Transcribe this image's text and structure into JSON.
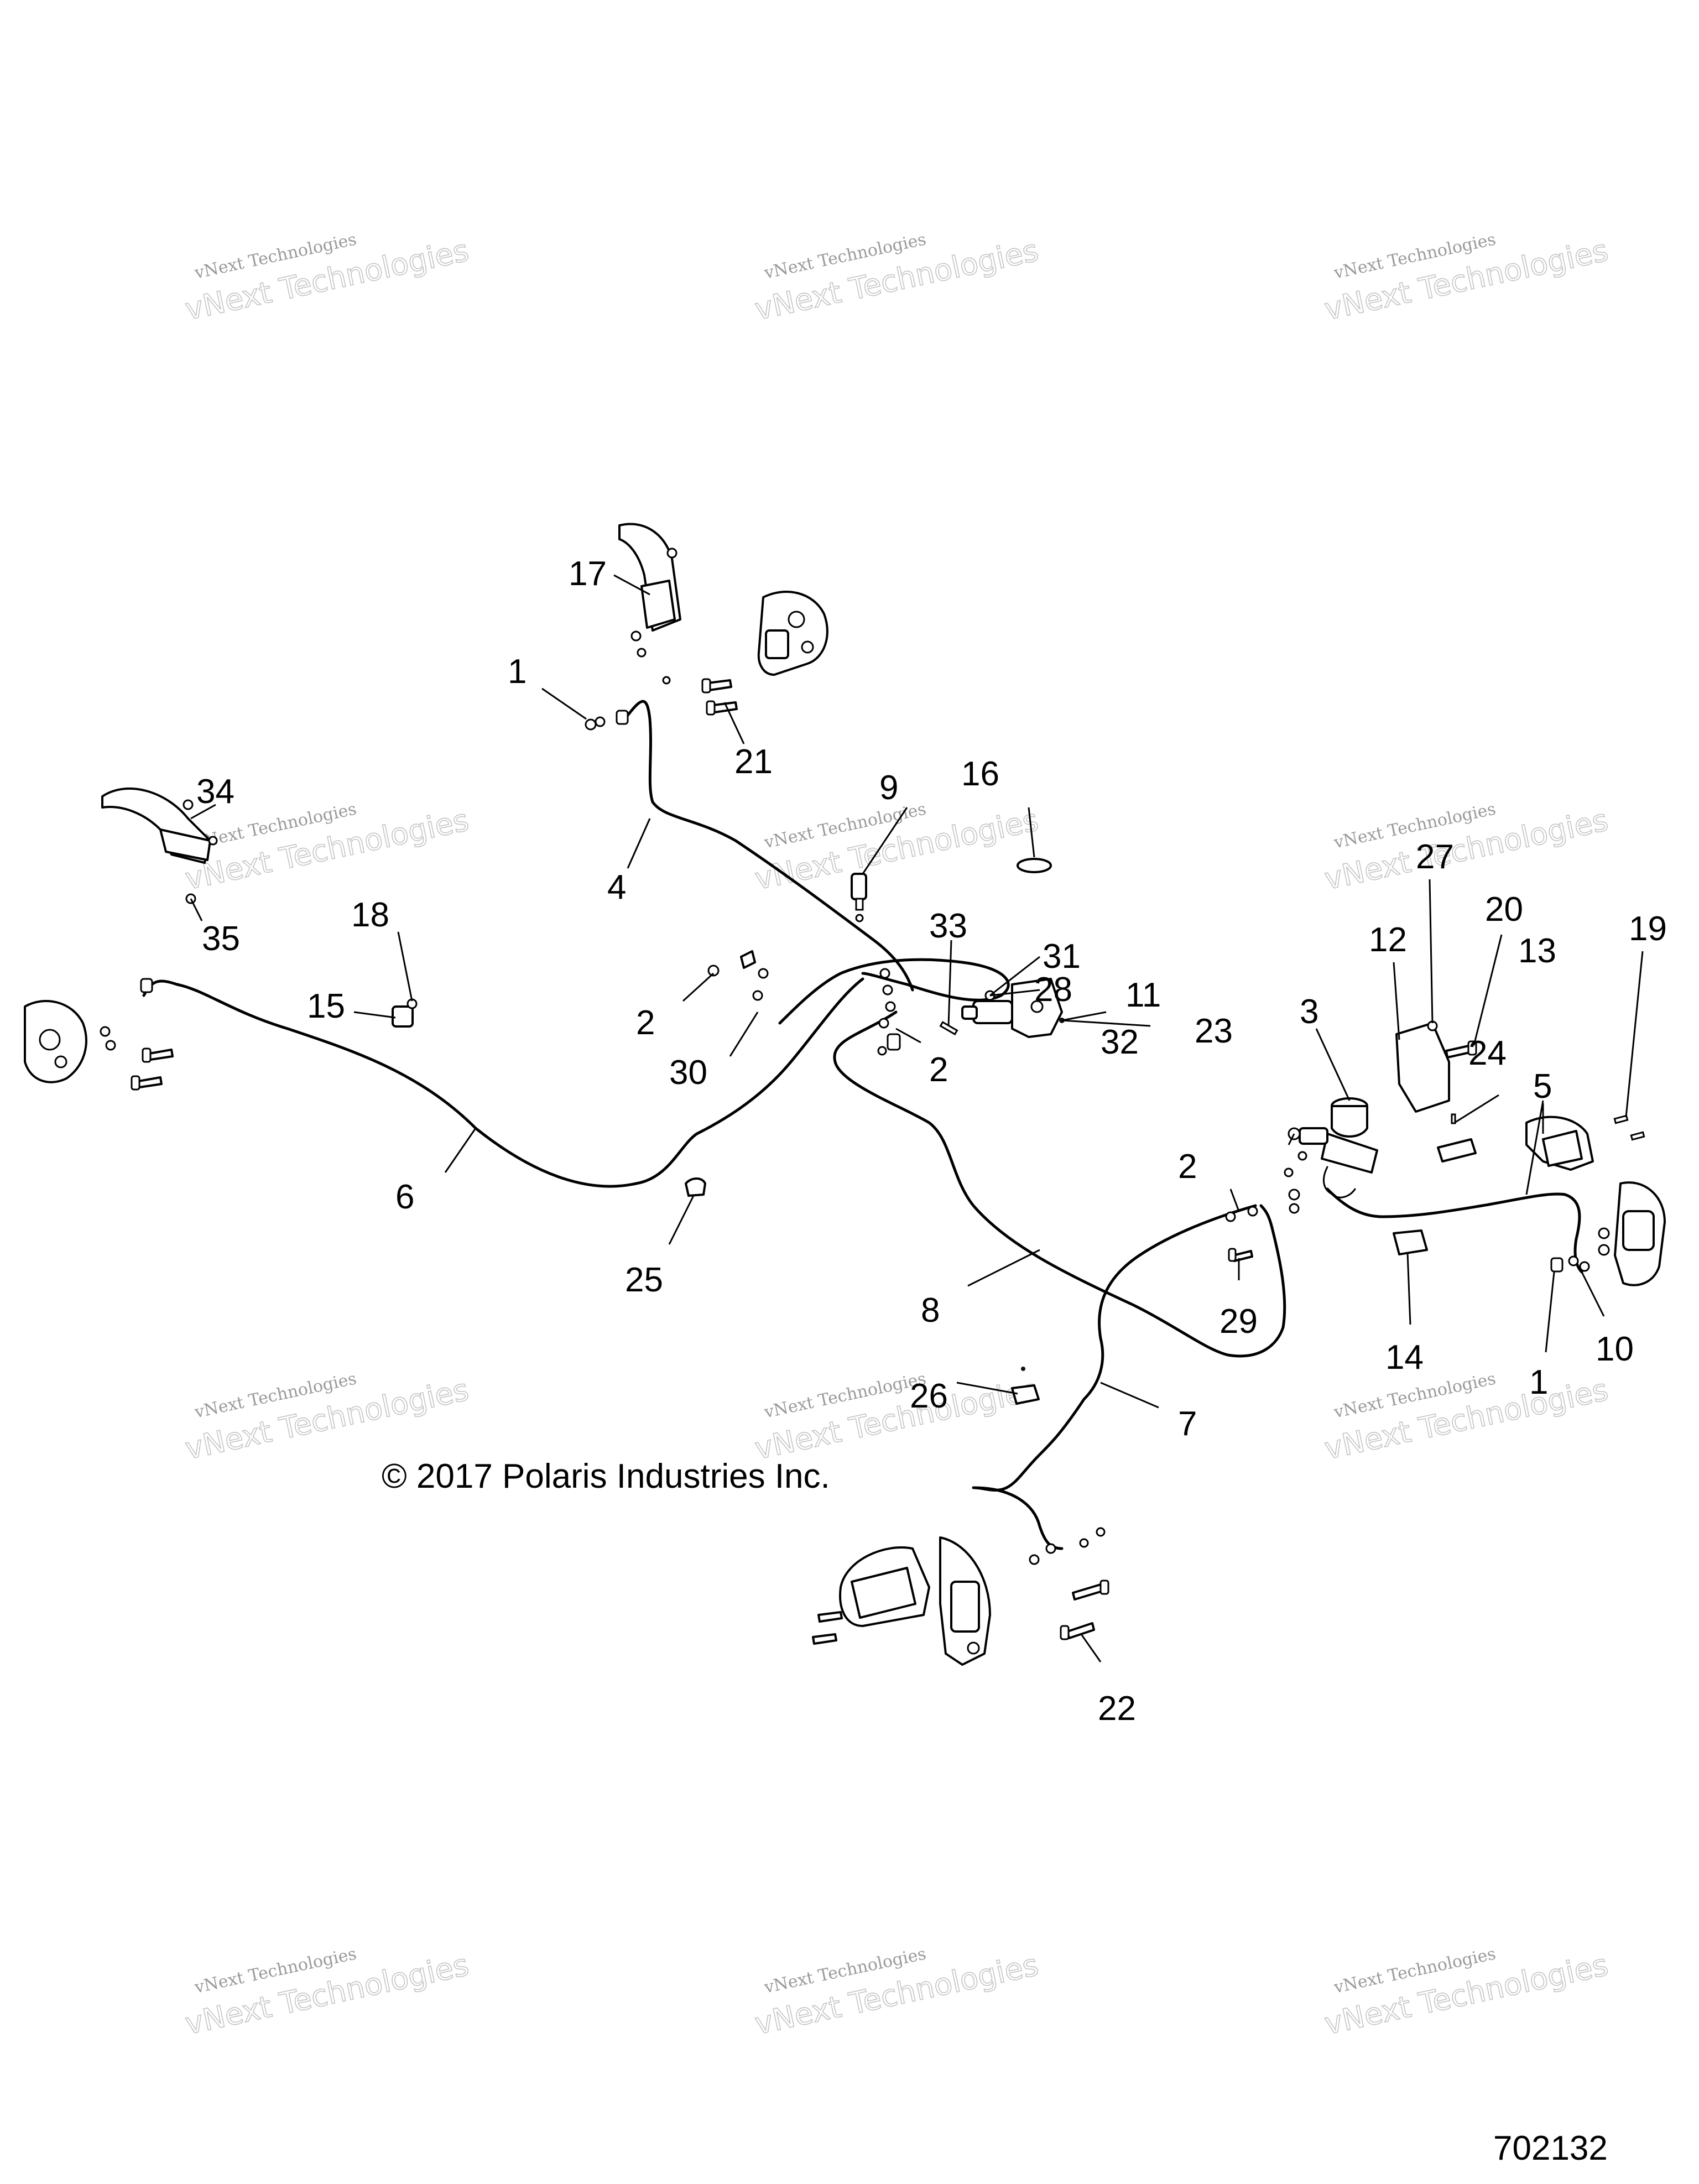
{
  "copyright": "© 2017 Polaris Industries Inc.",
  "figure_number": "702132",
  "watermark": {
    "line1": "vNext Technologies",
    "line2": "vNext Technologies"
  },
  "callouts": {
    "c1a": "1",
    "c1b": "1",
    "c2a": "2",
    "c2b": "2",
    "c2c": "2",
    "c3": "3",
    "c4": "4",
    "c5": "5",
    "c6": "6",
    "c7": "7",
    "c8": "8",
    "c9": "9",
    "c10": "10",
    "c11": "11",
    "c12": "12",
    "c13": "13",
    "c14": "14",
    "c15": "15",
    "c16": "16",
    "c17": "17",
    "c18": "18",
    "c19": "19",
    "c20": "20",
    "c21": "21",
    "c22": "22",
    "c23": "23",
    "c24": "24",
    "c25": "25",
    "c26": "26",
    "c27": "27",
    "c28": "28",
    "c29": "29",
    "c30": "30",
    "c31": "31",
    "c32": "32",
    "c33": "33",
    "c34": "34",
    "c35": "35"
  }
}
